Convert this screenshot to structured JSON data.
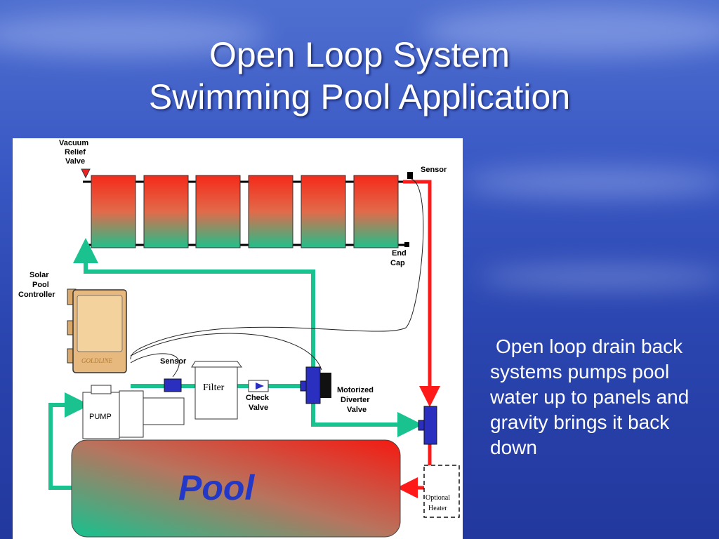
{
  "slide": {
    "title_line1": "Open Loop System",
    "title_line2": "Swimming Pool Application",
    "body_text": "Open loop drain back systems pumps pool water up to panels and gravity brings it back down"
  },
  "diagram": {
    "vacuum_relief_valve": [
      "Vacuum",
      "Relief",
      "Valve"
    ],
    "sensor_top": "Sensor",
    "end_cap": [
      "End",
      "Cap"
    ],
    "solar_pool_controller": [
      "Solar",
      "Pool",
      "Controller"
    ],
    "controller_brand": "GOLDLINE",
    "sensor_mid": "Sensor",
    "filter": "Filter",
    "check_valve": [
      "Check",
      "Valve"
    ],
    "motorized_diverter_valve": [
      "Motorized",
      "Diverter",
      "Valve"
    ],
    "pump": "PUMP",
    "pool": "Pool",
    "optional_heater": [
      "Optional",
      "Heater"
    ]
  },
  "colors": {
    "hot": "#f42a1a",
    "cool": "#1fc08a",
    "pipe_cool": "#19c28f",
    "pipe_hot": "#ff1a1a",
    "valve": "#2b2fc0"
  }
}
